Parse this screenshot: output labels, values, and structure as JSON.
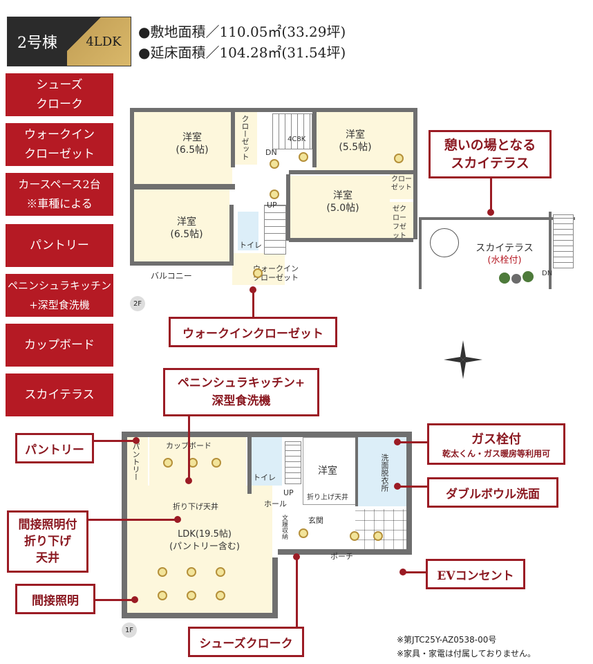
{
  "header": {
    "unit": "2号棟",
    "layout": "4LDK",
    "site_area": "●敷地面積／110.05㎡(33.29坪)",
    "floor_area": "●延床面積／104.28㎡(31.54坪)"
  },
  "menu": [
    "シューズ\nクローク",
    "ウォークイン\nクローゼット",
    "カースペース2台\n※車種による",
    "パントリー",
    "ペニンシュラキッチン\n+深型食洗機",
    "カップボード",
    "スカイテラス"
  ],
  "floor2": {
    "label": "2F",
    "room_a": "洋室\n(6.5帖)",
    "room_b": "洋室\n(6.5帖)",
    "room_c": "洋室\n(5.5帖)",
    "room_d": "洋室\n(5.0帖)",
    "closet1": "クローゼット",
    "closet2": "クローゼット",
    "closet3": "ゼクロー\nフゼット",
    "wic": "ウォークイン\nクローゼット",
    "toilet": "トイレ",
    "balcony": "バルコニー",
    "dn": "DN",
    "up": "UP",
    "storage": "4C8K"
  },
  "sky": {
    "label": "スカイテラス",
    "sub": "(水栓付)",
    "dn": "DN"
  },
  "floor1": {
    "label": "1F",
    "cupboard": "カップボード",
    "pantry": "パントリー",
    "ldk": "LDK(19.5帖)\n(パントリー含む)",
    "ceiling": "折り下げ天井",
    "toilet": "トイレ",
    "hall": "ホール",
    "up": "UP",
    "ceiling2": "折り上げ天井",
    "western": "洋室",
    "wash": "洗面脱衣所",
    "genkan": "玄関",
    "porch": "ポーチ",
    "shoes": "文履収納"
  },
  "callouts": {
    "sky": "憩いの場となる\nスカイテラス",
    "wic": "ウォークインクローゼット",
    "kitchen": "ペニンシュラキッチン+\n深型食洗機",
    "pantry": "パントリー",
    "indirect_ceiling": "間接照明付\n折り下げ\n天井",
    "indirect": "間接照明",
    "shoes": "シューズクローク",
    "gas": "ガス栓付",
    "gas_sub": "乾太くん・ガス暖房等利用可",
    "wash": "ダブルボウル洗面",
    "ev": "EVコンセント"
  },
  "notes": {
    "permit": "※第JTC25Y-AZ0538-00号",
    "disclaimer": "※家具・家電は付属しておりません。"
  },
  "colors": {
    "accent": "#b51a24",
    "callout_border": "#9b1b24",
    "gold": "#c8a55a"
  }
}
